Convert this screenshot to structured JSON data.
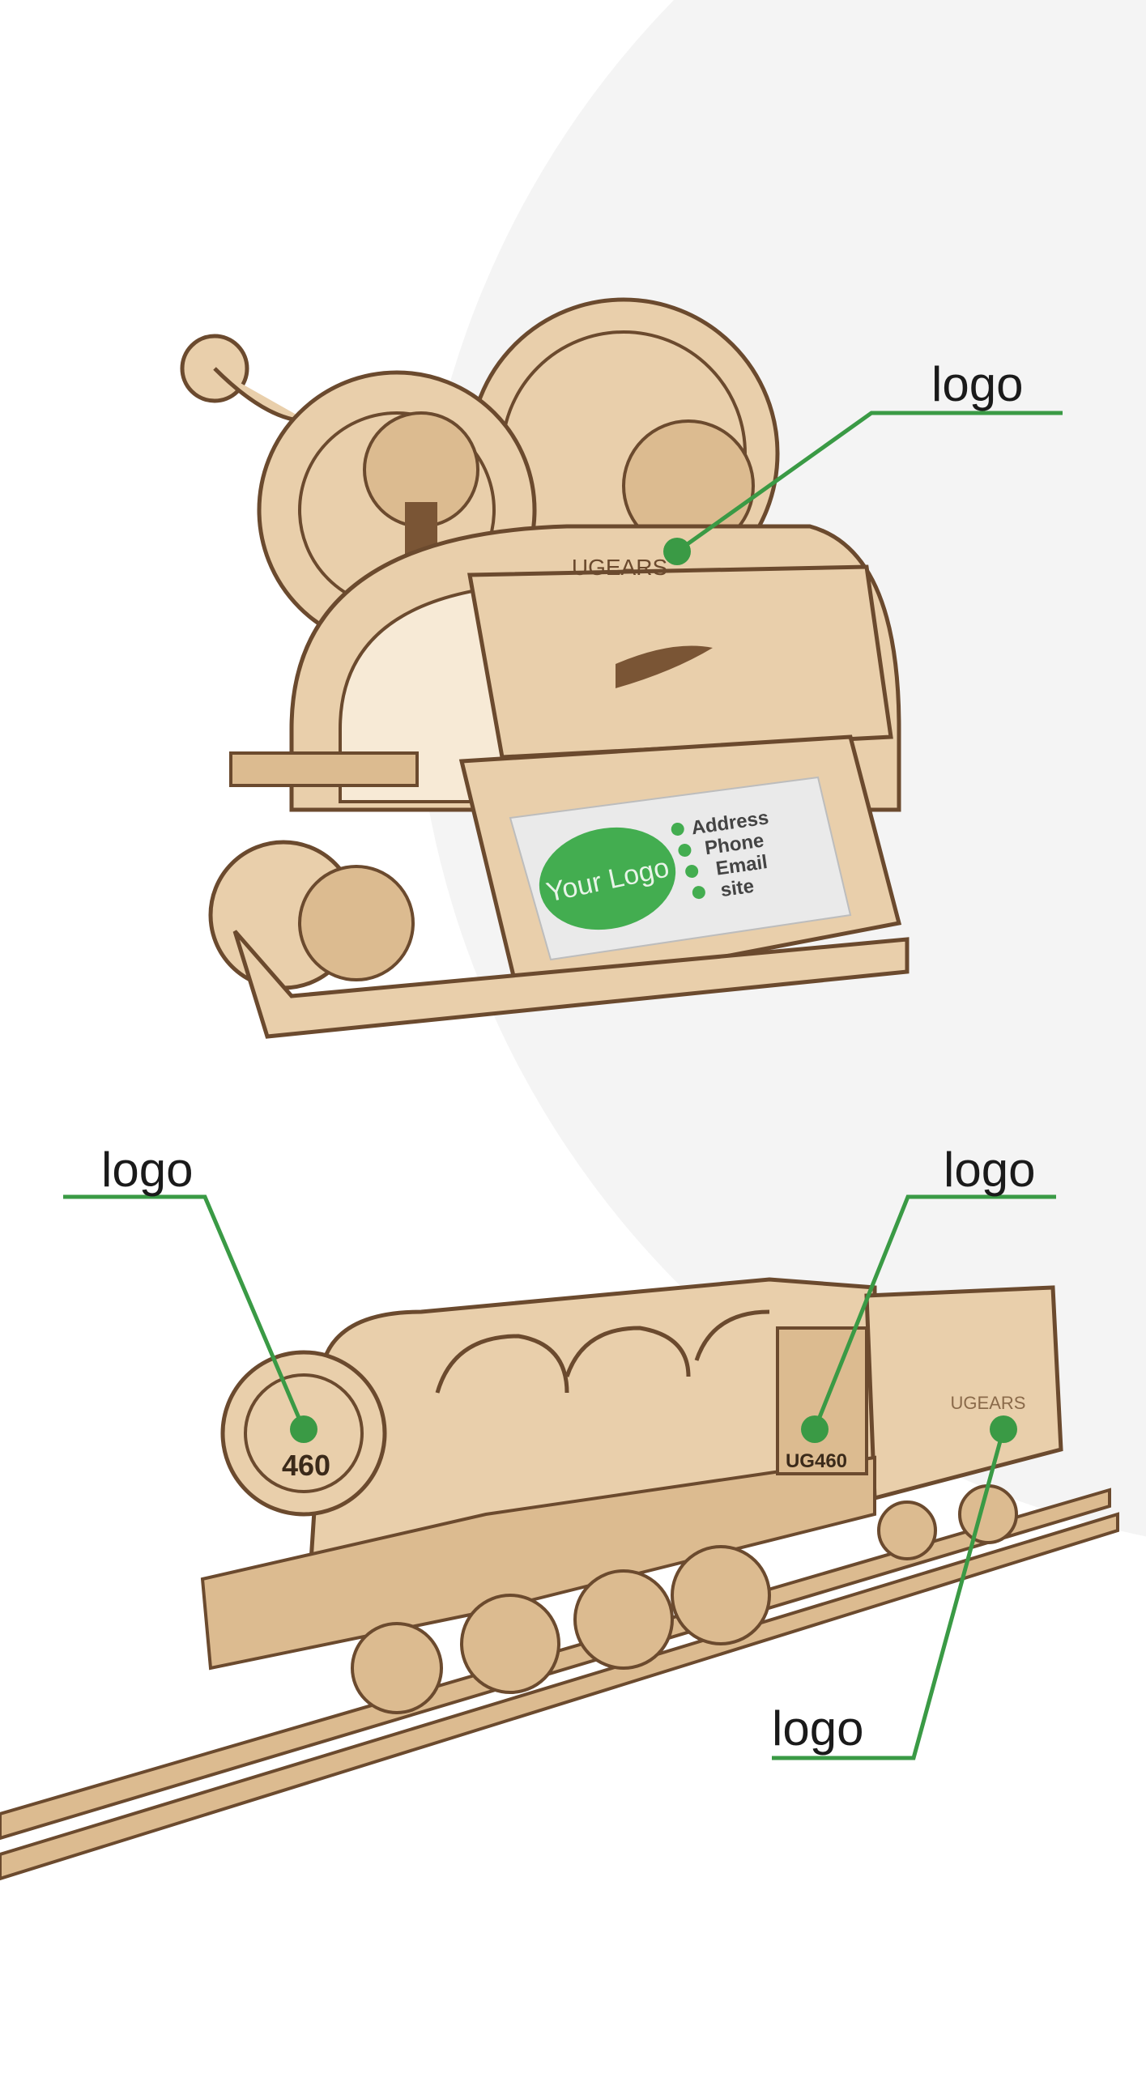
{
  "callouts": [
    {
      "label": "logo"
    },
    {
      "label": "logo"
    },
    {
      "label": "logo"
    },
    {
      "label": "logo"
    }
  ],
  "business_card": {
    "logo_text": "Your Logo",
    "lines": [
      "Address",
      "Phone",
      "Email",
      "site"
    ]
  },
  "engravings": {
    "box_brand": "UGEARS",
    "tender_brand": "UGEARS",
    "smokebox_number": "460",
    "cab_number": "UG460"
  },
  "colors": {
    "accent": "#3a9a45",
    "wood": "#e9cfab",
    "background_circle": "#f3f3f3"
  }
}
